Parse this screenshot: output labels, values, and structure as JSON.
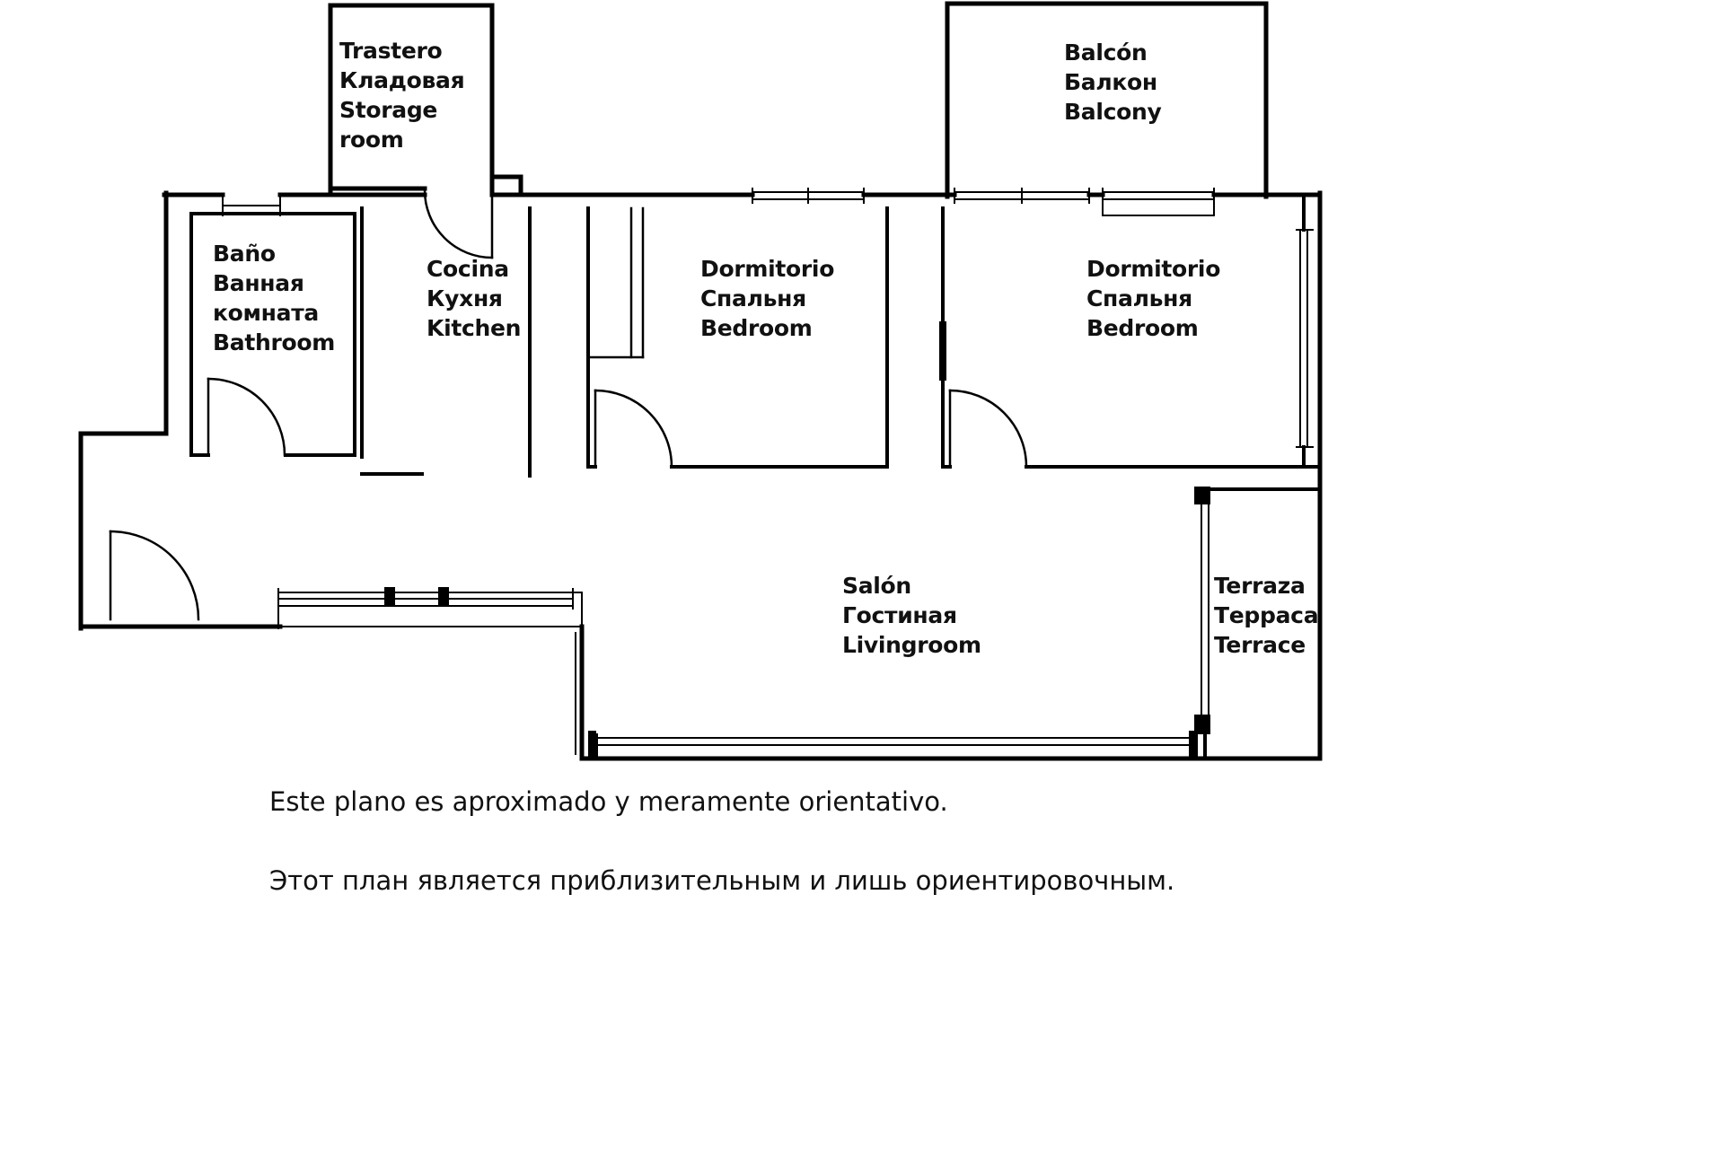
{
  "rooms": {
    "storage": {
      "label": "Trastero\nКладовая\nStorage\nroom"
    },
    "balcony": {
      "label": "Balcón\nБалкон\nBalcony"
    },
    "bathroom": {
      "label": "Baño\nВанная\nкомната\nBathroom"
    },
    "kitchen": {
      "label": "Cocina\nКухня\nKitchen"
    },
    "bedroom_1": {
      "label": "Dormitorio\nСпальня\nBedroom"
    },
    "bedroom_2": {
      "label": "Dormitorio\nСпальня\nBedroom"
    },
    "living_room": {
      "label": "Salón\nГостиная\nLivingroom"
    },
    "terrace": {
      "label": "Terraza\nТерраса\nTerrace"
    }
  },
  "disclaimer": {
    "es": "Este plano es aproximado y meramente orientativo.",
    "ru": "Этот план является приблизительным и лишь ориентировочным."
  },
  "colors": {
    "wall": "#000000",
    "background": "#ffffff",
    "text": "#111111"
  }
}
